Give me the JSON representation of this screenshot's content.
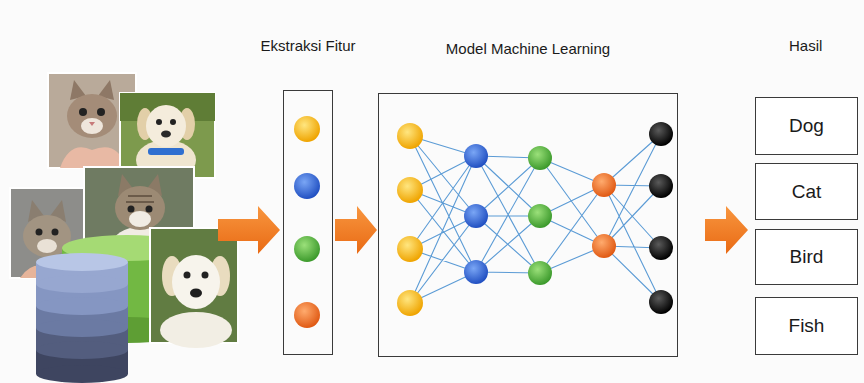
{
  "diagram": {
    "nodes": [
      {
        "text": [
          "Ekstraksi Fitur"
        ]
      },
      {
        "text": [
          "Model Machine Learning"
        ]
      },
      {
        "text": [
          "Dog"
        ]
      },
      {
        "text": [
          "Cat"
        ]
      },
      {
        "text": [
          "Bird"
        ]
      },
      {
        "text": [
          "Fish"
        ]
      }
    ],
    "edges": [
      {
        "from": 0,
        "to": 1,
        "arrow": "to"
      }
    ],
    "labels": [
      "Hasil"
    ]
  }
}
